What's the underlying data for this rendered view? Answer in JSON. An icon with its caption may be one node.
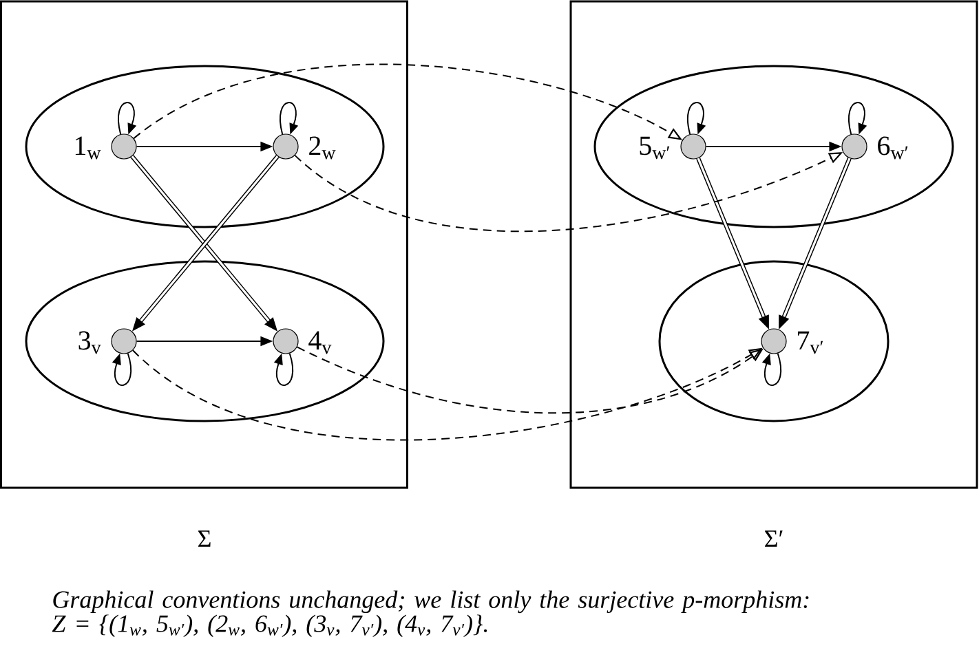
{
  "diagram": {
    "caption": "Graphical conventions unchanged; we list only the surjective p-morphism: Z = {(1$_{w}$, 5$_{w′}$), (2$_{w}$, 6$_{w′}$), (3$_{v}$, 7$_{v′}$), (4$_{v}$, 7$_{v′}$)}.",
    "nodes": [
      {
        "text": [],
        "shape": "box"
      },
      {
        "text": [],
        "shape": "ellipse",
        "in": 0
      },
      {
        "text": [],
        "shape": "circle",
        "in": 1,
        "beside": [
          "1$_{w}$"
        ]
      },
      {
        "text": [],
        "shape": "circle",
        "in": 1,
        "beside": [
          "2$_{w}$"
        ]
      },
      {
        "text": [],
        "shape": "ellipse",
        "in": 0
      },
      {
        "text": [],
        "shape": "circle",
        "in": 4,
        "beside": [
          "3$_{v}$"
        ]
      },
      {
        "text": [],
        "shape": "circle",
        "in": 4,
        "beside": [
          "4$_{v}$"
        ]
      },
      {
        "text": [],
        "shape": "box"
      },
      {
        "text": [],
        "shape": "ellipse",
        "in": 7
      },
      {
        "text": [],
        "shape": "circle",
        "in": 8,
        "beside": [
          "5$_{w′}$"
        ]
      },
      {
        "text": [],
        "shape": "circle",
        "in": 8,
        "beside": [
          "6$_{w′}$"
        ]
      },
      {
        "text": [],
        "shape": "ellipse",
        "in": 7
      },
      {
        "text": [],
        "shape": "circle",
        "in": 11,
        "beside": [
          "7$_{v′}$"
        ]
      }
    ],
    "edges": [
      {
        "from": 2,
        "to": 2,
        "arrow": "to"
      },
      {
        "from": 3,
        "to": 3,
        "arrow": "to"
      },
      {
        "from": 2,
        "to": 3,
        "arrow": "to"
      },
      {
        "from": 2,
        "to": 6,
        "arrow": "to",
        "style": "thick"
      },
      {
        "from": 3,
        "to": 5,
        "arrow": "to",
        "style": "thick"
      },
      {
        "from": 5,
        "to": 5,
        "arrow": "to"
      },
      {
        "from": 6,
        "to": 6,
        "arrow": "to"
      },
      {
        "from": 5,
        "to": 6,
        "arrow": "to"
      },
      {
        "from": 9,
        "to": 9,
        "arrow": "to"
      },
      {
        "from": 10,
        "to": 10,
        "arrow": "to"
      },
      {
        "from": 9,
        "to": 10,
        "arrow": "to"
      },
      {
        "from": 9,
        "to": 12,
        "arrow": "to",
        "style": "thick"
      },
      {
        "from": 10,
        "to": 12,
        "arrow": "to",
        "style": "thick"
      },
      {
        "from": 12,
        "to": 12,
        "arrow": "to"
      },
      {
        "from": 2,
        "to": 9,
        "arrow": "to",
        "style": "dashed"
      },
      {
        "from": 3,
        "to": 10,
        "arrow": "to",
        "style": "dashed"
      },
      {
        "from": 5,
        "to": 12,
        "arrow": "to",
        "style": "dashed"
      },
      {
        "from": 6,
        "to": 12,
        "arrow": "to",
        "style": "dashed"
      }
    ],
    "labels": [
      "Σ",
      "Σ′"
    ]
  }
}
